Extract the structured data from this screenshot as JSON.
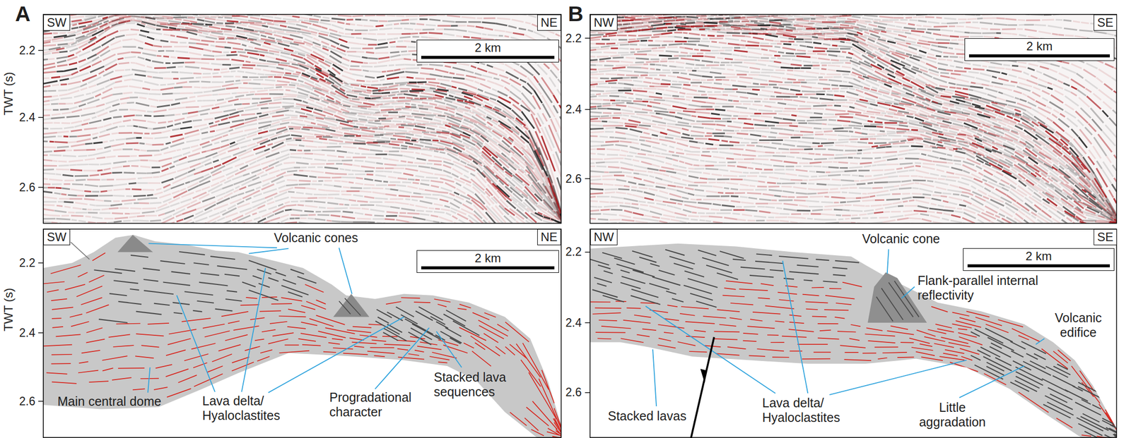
{
  "diagram": {
    "nodes": [
      {
        "text": [
          "SW"
        ]
      },
      {
        "text": [
          "NE"
        ]
      },
      {
        "text": [
          "2 km"
        ]
      },
      {
        "text": [
          "NW"
        ]
      },
      {
        "text": [
          "SE"
        ]
      },
      {
        "text": [
          "2 km"
        ]
      },
      {
        "text": [
          "SW"
        ]
      },
      {
        "text": [
          "NE"
        ]
      },
      {
        "text": [
          "2 km"
        ]
      },
      {
        "text": [
          "NW"
        ]
      },
      {
        "text": [
          "SE"
        ]
      },
      {
        "text": [
          "2 km"
        ]
      }
    ],
    "labels": [
      "A",
      "2.2",
      "2.4",
      "2.6",
      "TWT (s)",
      "B",
      "2.2",
      "2.4",
      "2.6",
      "2.2",
      "2.4",
      "2.6",
      "TWT (s)",
      "Volcanic cones",
      "Lava delta/ Hyaloclastites",
      "Main central dome",
      "Progradational character",
      "Stacked lava sequences",
      "2.2",
      "2.4",
      "2.6",
      "Volcanic cone",
      "Flank-parallel internal reflectivity",
      "Volcanic edifice",
      "Stacked lavas",
      "Lava delta/ Hyaloclastites",
      "Little aggradation"
    ]
  }
}
